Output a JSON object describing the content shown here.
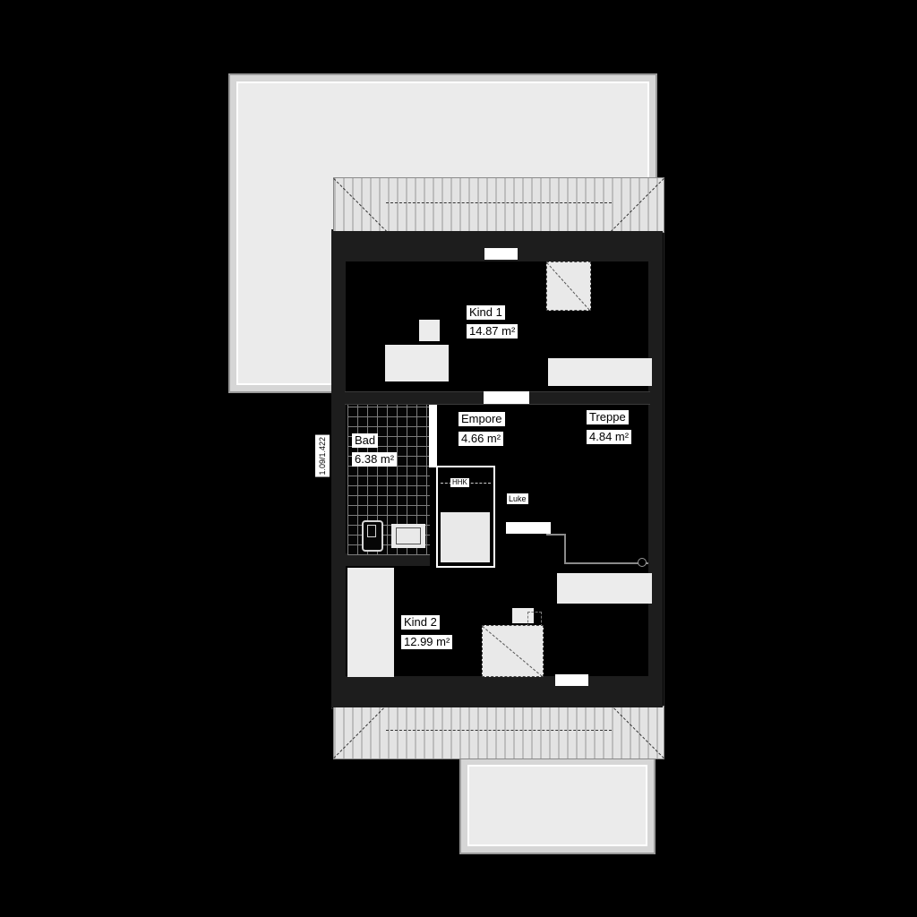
{
  "rooms": {
    "kind1": {
      "name": "Kind 1",
      "area": "14.87 m²"
    },
    "empore": {
      "name": "Empore",
      "area": "4.66 m²"
    },
    "treppe": {
      "name": "Treppe",
      "area": "4.84 m²"
    },
    "bad": {
      "name": "Bad",
      "area": "6.38 m²"
    },
    "kind2": {
      "name": "Kind 2",
      "area": "12.99 m²"
    }
  },
  "annotations": {
    "luke": "Luke",
    "hhk": "HHK",
    "dimension": "1.09/1.422"
  },
  "colors": {
    "background": "#000000",
    "slab_fill": "#ebebeb",
    "slab_border": "#9a9a9a",
    "band_fill": "#e3e3e3",
    "band_stripe": "#bdbdbd",
    "furniture_fill": "#ececec",
    "label_bg": "#ffffff",
    "label_text": "#000000",
    "tile_line": "#7d7d7d",
    "dash_line": "#444444"
  }
}
